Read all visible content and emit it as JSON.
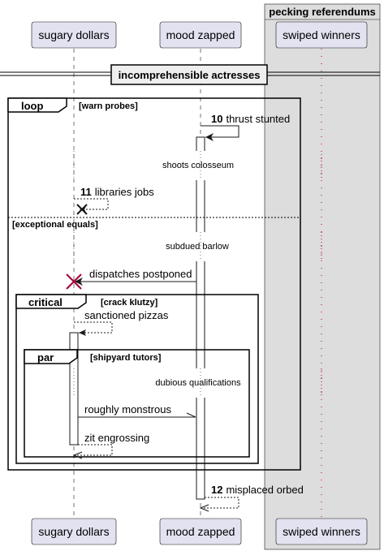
{
  "group": {
    "title": "pecking referendums"
  },
  "participants": [
    {
      "id": "sugary",
      "label": "sugary dollars"
    },
    {
      "id": "mood",
      "label": "mood zapped"
    },
    {
      "id": "swiped",
      "label": "swiped winners"
    }
  ],
  "divider": {
    "label": "incomprehensible actresses"
  },
  "frames": {
    "loop": {
      "operator": "loop",
      "guard": "[warn probes]"
    },
    "loop_else": {
      "guard": "[exceptional equals]"
    },
    "critical": {
      "operator": "critical",
      "guard": "[crack klutzy]"
    },
    "par": {
      "operator": "par",
      "guard": "[shipyard tutors]"
    }
  },
  "delays": {
    "d1": "shoots colosseum",
    "d2": "subdued barlow",
    "d3": "dubious qualifications"
  },
  "messages": {
    "m10": {
      "num": "10",
      "text": "thrust stunted"
    },
    "m11": {
      "num": "11",
      "text": "libraries jobs"
    },
    "m_dispatches": {
      "text": "dispatches postponed"
    },
    "m_sanctioned": {
      "text": "sanctioned pizzas"
    },
    "m_roughly": {
      "text": "roughly monstrous"
    },
    "m_zit": {
      "text": "zit engrossing"
    },
    "m12": {
      "num": "12",
      "text": "misplaced orbed"
    }
  }
}
